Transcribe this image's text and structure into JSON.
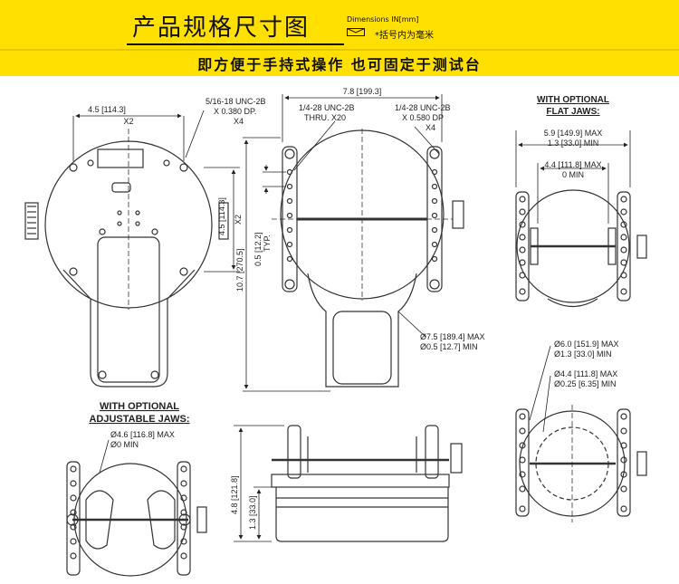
{
  "header": {
    "title": "产品规格尺寸图",
    "dimensions_label": "Dimensions IN[mm]",
    "bracket_note": "*括号内为毫米",
    "subtitle": "即方便于手持式操作 也可固定于测试台"
  },
  "front_view": {
    "hole_spacing": "4.5 [114.3]",
    "hole_spacing_count": "X2",
    "thread_label": "5/16-18 UNC-2B",
    "thread_depth": "X 0.380 DP.",
    "thread_count": "X4",
    "vertical_spacing": "4.5 [114.3]",
    "vertical_count": "X2"
  },
  "side_view": {
    "width": "7.8 [199.3]",
    "thru_thread": "1/4-28 UNC-2B",
    "thru_label": "THRU. X20",
    "dp_thread": "1/4-28 UNC-2B",
    "dp_depth": "X 0.580 DP",
    "dp_count": "X4",
    "height": "10.7 [270.5]",
    "pitch": "0.5 [12.2]",
    "pitch_typ": "TYP.",
    "max_dia": "Ø7.5 [189.4] MAX",
    "min_dia": "Ø0.5 [12.7] MIN"
  },
  "flat_jaws": {
    "heading_1": "WITH OPTIONAL",
    "heading_2": "FLAT JAWS:",
    "max": "5.9 [149.9] MAX",
    "min": "1.3 [33.0] MIN",
    "inner": "4.4 [111.8] MAX",
    "inner_min": "0 MIN"
  },
  "small_jaws": {
    "dia_max": "Ø6.0 [151.9] MAX",
    "dia_min": "Ø1.3 [33.0] MIN",
    "inner_max": "Ø4.4 [111.8] MAX",
    "inner_min": "Ø0.25 [6.35] MIN"
  },
  "adjustable_jaws": {
    "heading_1": "WITH OPTIONAL",
    "heading_2": "ADJUSTABLE JAWS:",
    "max": "Ø4.6 [116.8] MAX",
    "min": "Ø0 MIN"
  },
  "bottom_view": {
    "height": "4.8 [121.8]",
    "base": "1.3 [33.0]"
  }
}
